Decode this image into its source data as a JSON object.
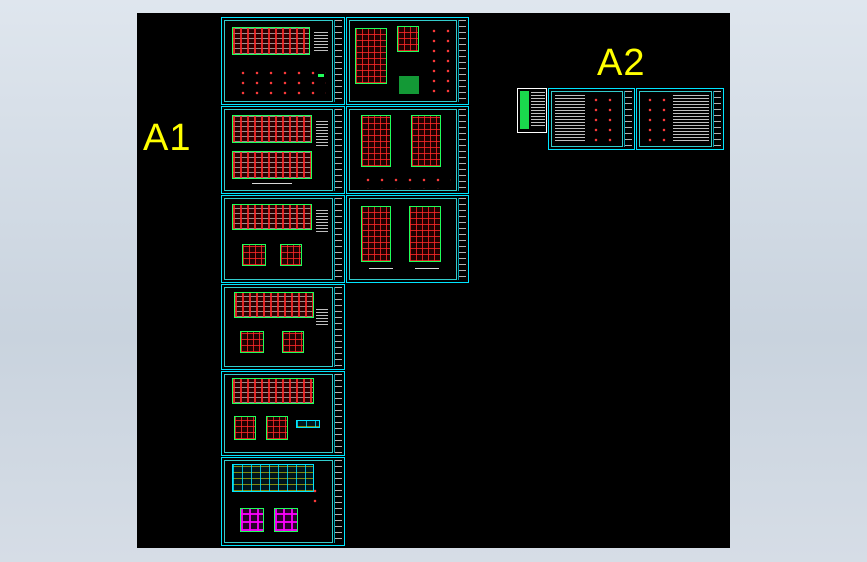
{
  "labels": {
    "left": "A1",
    "right": "A2"
  },
  "colors": {
    "background": "#000000",
    "frame": "#00e5ff",
    "label": "#ffff00",
    "linework": "#ff3b3b",
    "green": "#1fff5a",
    "magenta": "#ff00ff"
  },
  "sheet_groups": [
    {
      "group": "A1",
      "sheet_count": 9
    },
    {
      "group": "A2",
      "sheet_count": 3
    }
  ]
}
